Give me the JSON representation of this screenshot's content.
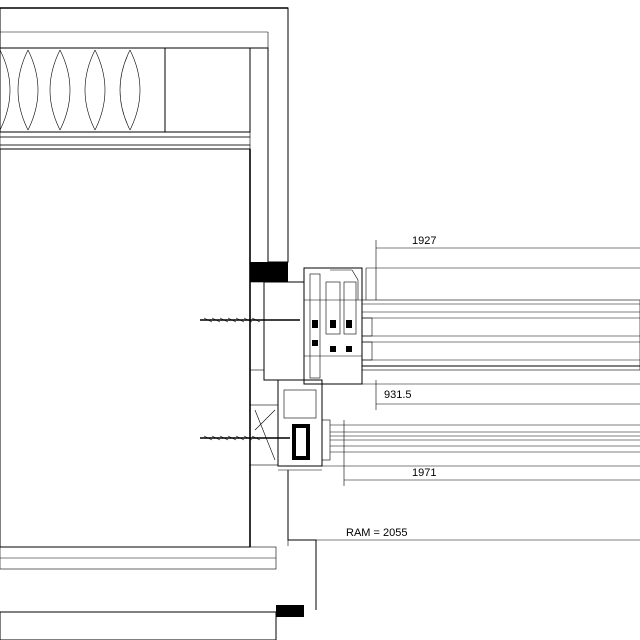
{
  "dimensions": [
    {
      "id": "dim-top",
      "label": "1927"
    },
    {
      "id": "dim-mid",
      "label": "931.5"
    },
    {
      "id": "dim-lower",
      "label": "1971"
    },
    {
      "id": "dim-ram",
      "label": "RAM = 2055"
    }
  ]
}
